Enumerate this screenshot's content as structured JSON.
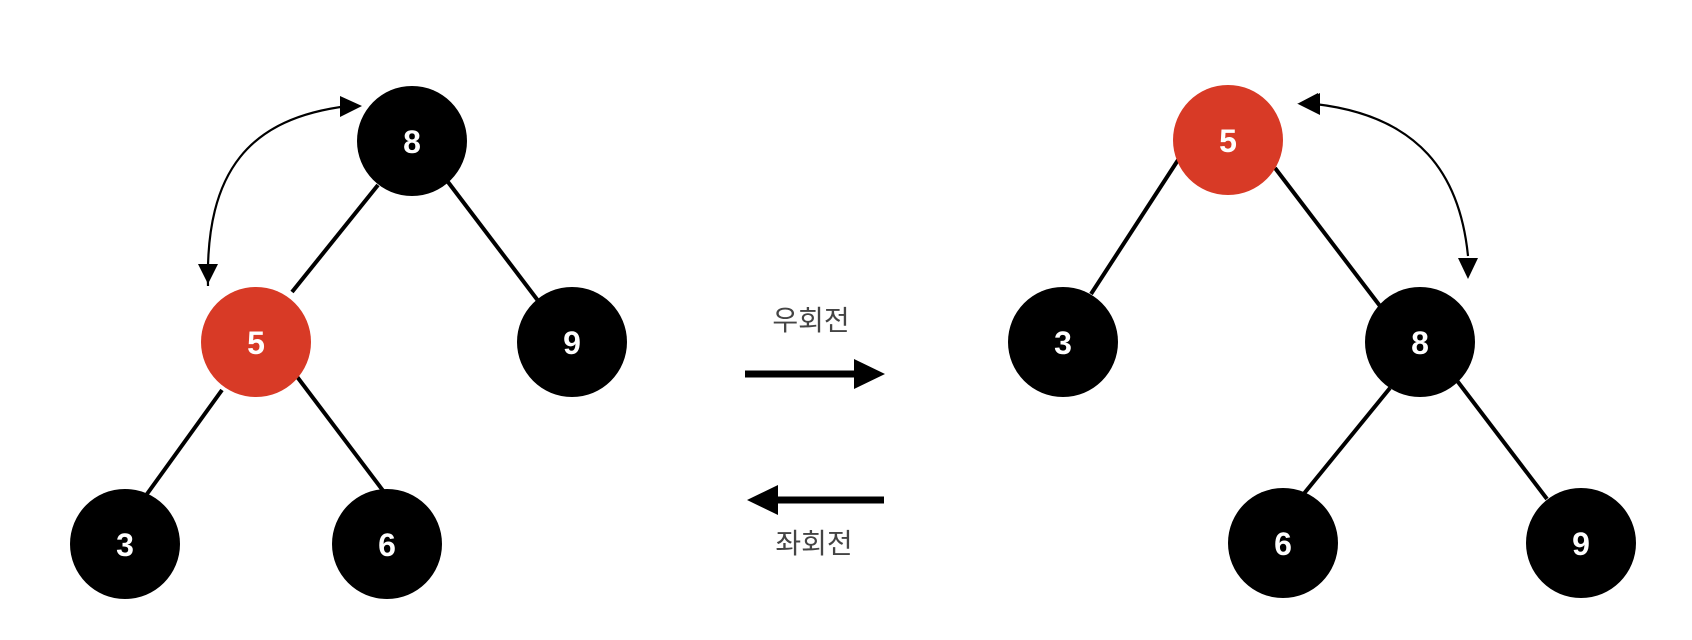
{
  "colors": {
    "black_node": "#000000",
    "red_node": "#d83a26",
    "edge": "#000000",
    "background": "#ffffff"
  },
  "left_tree": {
    "root": {
      "value": "8",
      "color": "black"
    },
    "left": {
      "value": "5",
      "color": "red"
    },
    "right": {
      "value": "9",
      "color": "black"
    },
    "left_left": {
      "value": "3",
      "color": "black"
    },
    "left_right": {
      "value": "6",
      "color": "black"
    }
  },
  "right_tree": {
    "root": {
      "value": "5",
      "color": "red"
    },
    "left": {
      "value": "3",
      "color": "black"
    },
    "right": {
      "value": "8",
      "color": "black"
    },
    "right_left": {
      "value": "6",
      "color": "black"
    },
    "right_right": {
      "value": "9",
      "color": "black"
    }
  },
  "operations": {
    "right_rotation_label": "우회전",
    "left_rotation_label": "좌회전"
  }
}
